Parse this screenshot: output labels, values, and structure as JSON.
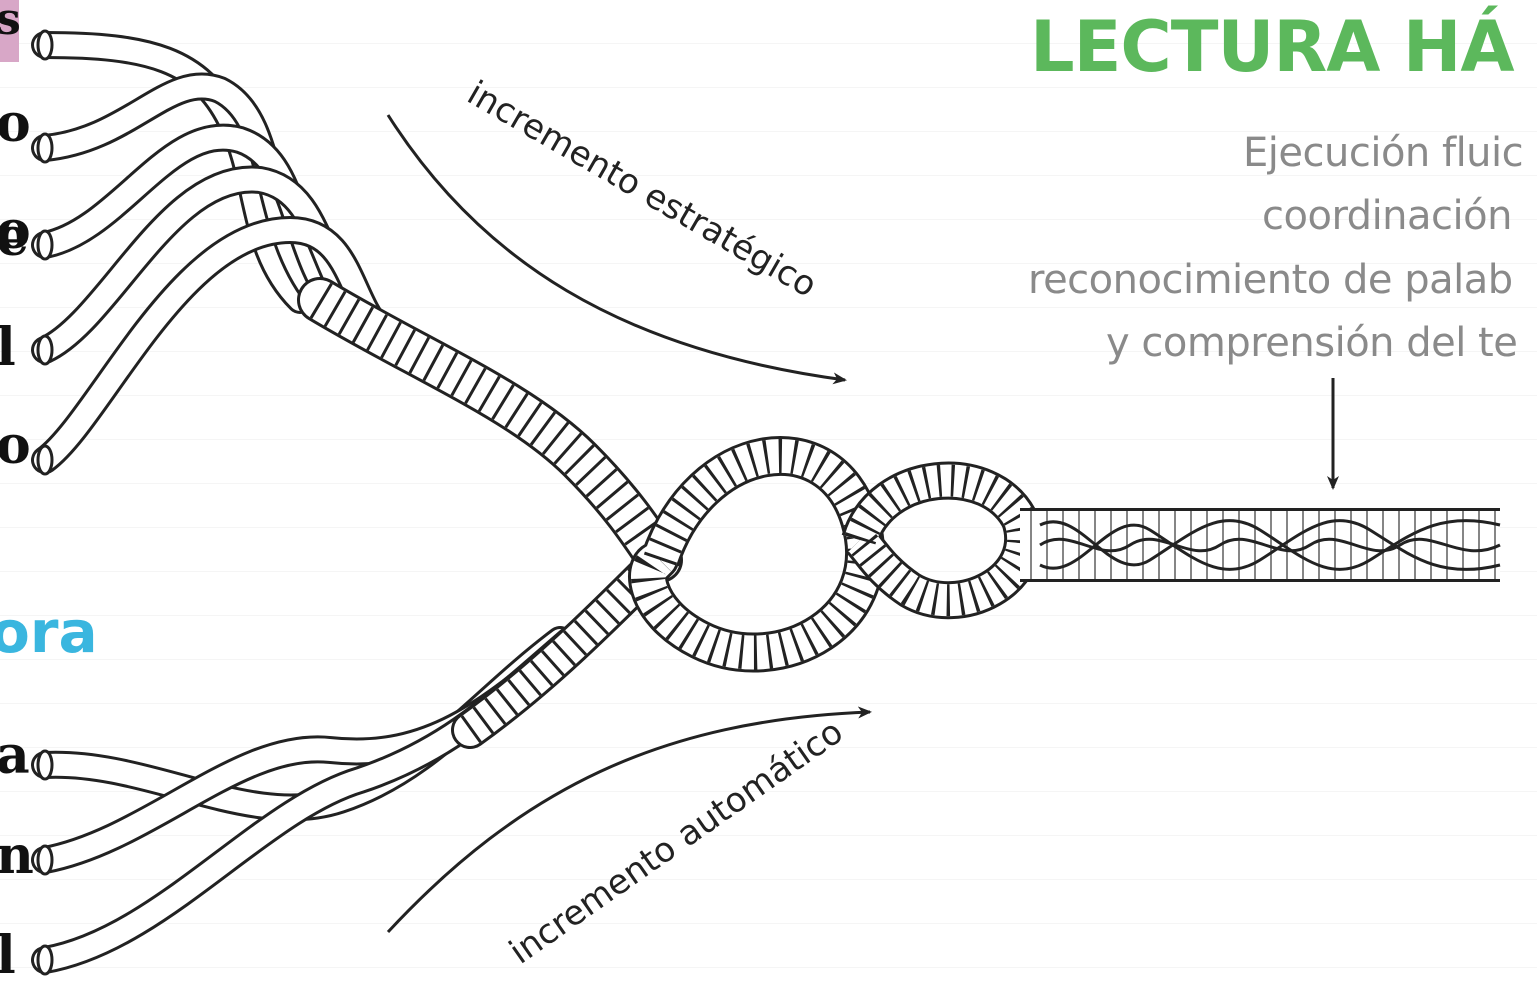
{
  "title": "LECTURA HÁ",
  "description": {
    "line1": "Ejecución fluic",
    "line2": "coordinación",
    "line3": "reconocimiento de palab",
    "line4": "y comprensión del te"
  },
  "arrows": {
    "top_label": "incremento estratégico",
    "bottom_label": "incremento automático"
  },
  "left_margin": {
    "pink_letter": "s",
    "top_letters": [
      "o",
      "o",
      "e",
      "l",
      "o"
    ],
    "cyan_word": "ora",
    "bottom_letters": [
      "a",
      "n",
      "l"
    ]
  },
  "colors": {
    "title": "#5cb85c",
    "description": "#8a8a8a",
    "cyan": "#3ab6df",
    "pink": "#d8a7c7",
    "ink": "#222222"
  }
}
